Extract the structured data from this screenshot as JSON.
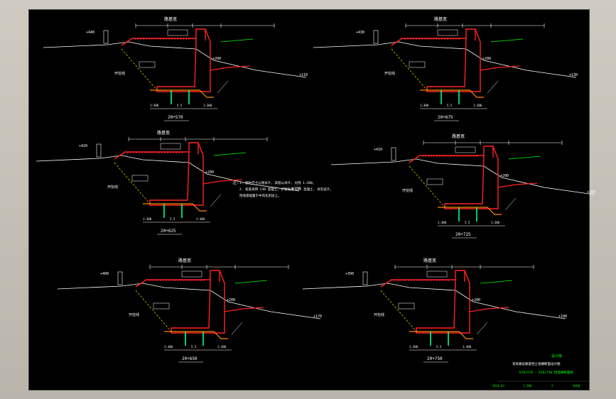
{
  "sections": [
    {
      "id": "s1",
      "station": "20+570",
      "top_label": "路基宽",
      "elev_left": "+440",
      "elev_mid": "+200",
      "elev_right": "+110",
      "slope_label": "开挖线",
      "pile_left": "1:300",
      "pile_mid": "5.5",
      "pile_right": "1:300"
    },
    {
      "id": "s2",
      "station": "20+675",
      "top_label": "路基宽",
      "elev_left": "+430",
      "elev_mid": "+200",
      "elev_right": "+130",
      "slope_label": "开挖线",
      "pile_left": "1:300",
      "pile_mid": "5.5",
      "pile_right": "1:300"
    },
    {
      "id": "s3",
      "station": "20+625",
      "top_label": "路基宽",
      "elev_left": "+420",
      "elev_mid": "+200",
      "elev_right": "+150",
      "slope_label": "开挖线",
      "pile_left": "1:300",
      "pile_mid": "5.5",
      "pile_right": "1:300"
    },
    {
      "id": "s4",
      "station": "20+725",
      "top_label": "路基宽",
      "elev_left": "+410",
      "elev_mid": "+200",
      "elev_right": "+160",
      "slope_label": "开挖线",
      "pile_left": "1:300",
      "pile_mid": "5.5",
      "pile_right": "1:300"
    },
    {
      "id": "s5",
      "station": "20+650",
      "top_label": "路基宽",
      "elev_left": "+400",
      "elev_mid": "+200",
      "elev_right": "+170",
      "slope_label": "开挖线",
      "pile_left": "1:300",
      "pile_mid": "5.5",
      "pile_right": "1:300"
    },
    {
      "id": "s6",
      "station": "20+750",
      "top_label": "路基宽",
      "elev_left": "+390",
      "elev_mid": "+200",
      "elev_right": "+180",
      "slope_label": "开挖线",
      "pile_left": "1:300",
      "pile_mid": "5.5",
      "pile_right": "1:300"
    }
  ],
  "notes": {
    "label": "注:",
    "line1": "1. 图中尺寸以厘米计, 高程以米计, 比例 1:200。",
    "line2": "2. 桩基采用 C30 混凝土, 护壁采用 C25 混凝土, 详见设计。",
    "line3": "   挡墙基础置于中风化岩层上。"
  },
  "title_block": {
    "company": "设计院",
    "title": "某某路段路基挡土墙横断面设计图",
    "subtitle": "K20+570 ~ K20+750 挡墙横断面图",
    "row_left": "2014.03",
    "row_mid1": "1:200",
    "row_mid2": "2",
    "row_right": "共6张"
  },
  "colors": {
    "background": "#000000",
    "wall": "#ff2222",
    "ground": "#ffffff",
    "annotation": "#ffff00",
    "highlight": "#00ff00",
    "pile": "#00ff88",
    "base": "#ff8800"
  }
}
